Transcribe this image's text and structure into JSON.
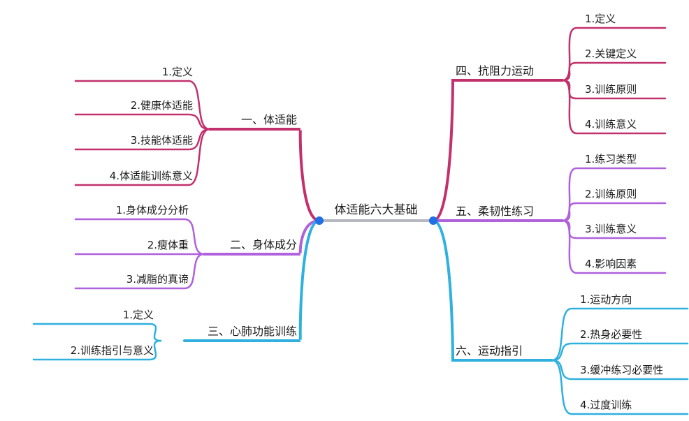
{
  "center": {
    "label": "体适能六大基础"
  },
  "colors": {
    "crimson": "#c2316c",
    "violet": "#b061dc",
    "sky": "#2fb0df",
    "center_bar": "#b8b8c0",
    "node_dot": "#1f6fe5"
  },
  "branches": [
    {
      "id": "b1",
      "label": "一、体适能",
      "color": "#c2316c",
      "children": [
        "1.定义",
        "2.健康体适能",
        "3.技能体适能",
        "4.体适能训练意义"
      ]
    },
    {
      "id": "b2",
      "label": "二、身体成分",
      "color": "#b061dc",
      "children": [
        "1.身体成分分析",
        "2.瘦体重",
        "3.减脂的真谛"
      ]
    },
    {
      "id": "b3",
      "label": "三、心肺功能训练",
      "color": "#2fb0df",
      "children": [
        "1.定义",
        "2.训练指引与意义"
      ]
    },
    {
      "id": "b4",
      "label": "四、抗阻力运动",
      "color": "#c2316c",
      "children": [
        "1.定义",
        "2.关键定义",
        "3.训练原则",
        "4.训练意义"
      ]
    },
    {
      "id": "b5",
      "label": "五、柔韧性练习",
      "color": "#b061dc",
      "children": [
        "1.练习类型",
        "2.训练原则",
        "3.训练意义",
        "4.影响因素"
      ]
    },
    {
      "id": "b6",
      "label": "六、运动指引",
      "color": "#2fb0df",
      "children": [
        "1.运动方向",
        "2.热身必要性",
        "3.缓冲练习必要性",
        "4.过度训练"
      ]
    }
  ]
}
